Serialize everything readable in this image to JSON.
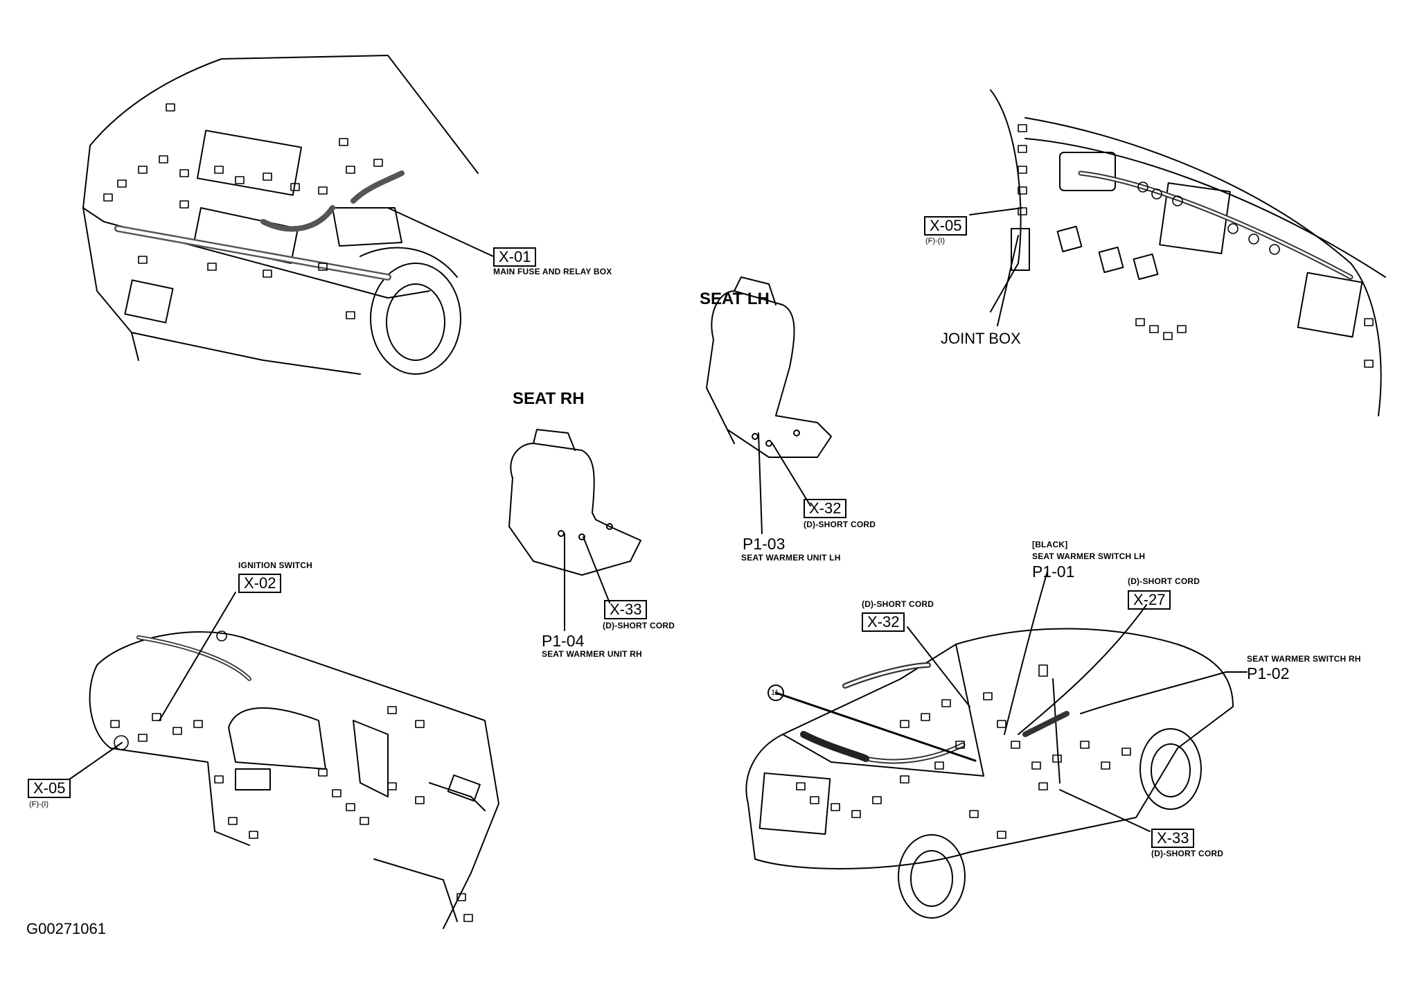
{
  "figure_id": "G00271061",
  "panels": {
    "engine": {
      "code": "X-01",
      "caption": "MAIN FUSE AND RELAY BOX"
    },
    "dash_lh": {
      "code": "X-05",
      "sub": "(F)-(I)",
      "joint_box": "JOINT BOX"
    },
    "seat_lh": {
      "heading": "SEAT LH",
      "x32_code": "X-32",
      "x32_caption": "(D)-SHORT CORD",
      "p103_code": "P1-03",
      "p103_caption": "SEAT WARMER UNIT LH"
    },
    "seat_rh": {
      "heading": "SEAT RH",
      "x33_code": "X-33",
      "x33_caption": "(D)-SHORT CORD",
      "p104_code": "P1-04",
      "p104_caption": "SEAT WARMER UNIT RH"
    },
    "dash_rh": {
      "ign_caption": "IGNITION SWITCH",
      "x02_code": "X-02",
      "x05_code": "X-05",
      "x05_sub": "(F)-(I)"
    },
    "car": {
      "x32_caption": "(D)-SHORT CORD",
      "x32_code": "X-32",
      "black": "[BLACK]",
      "p101_caption": "SEAT WARMER SWITCH LH",
      "p101_code": "P1-01",
      "x27_caption": "(D)-SHORT CORD",
      "x27_code": "X-27",
      "p102_caption": "SEAT WARMER SWITCH RH",
      "p102_code": "P1-02",
      "ground": "11",
      "x33_code": "X-33",
      "x33_caption": "(D)-SHORT CORD"
    }
  }
}
